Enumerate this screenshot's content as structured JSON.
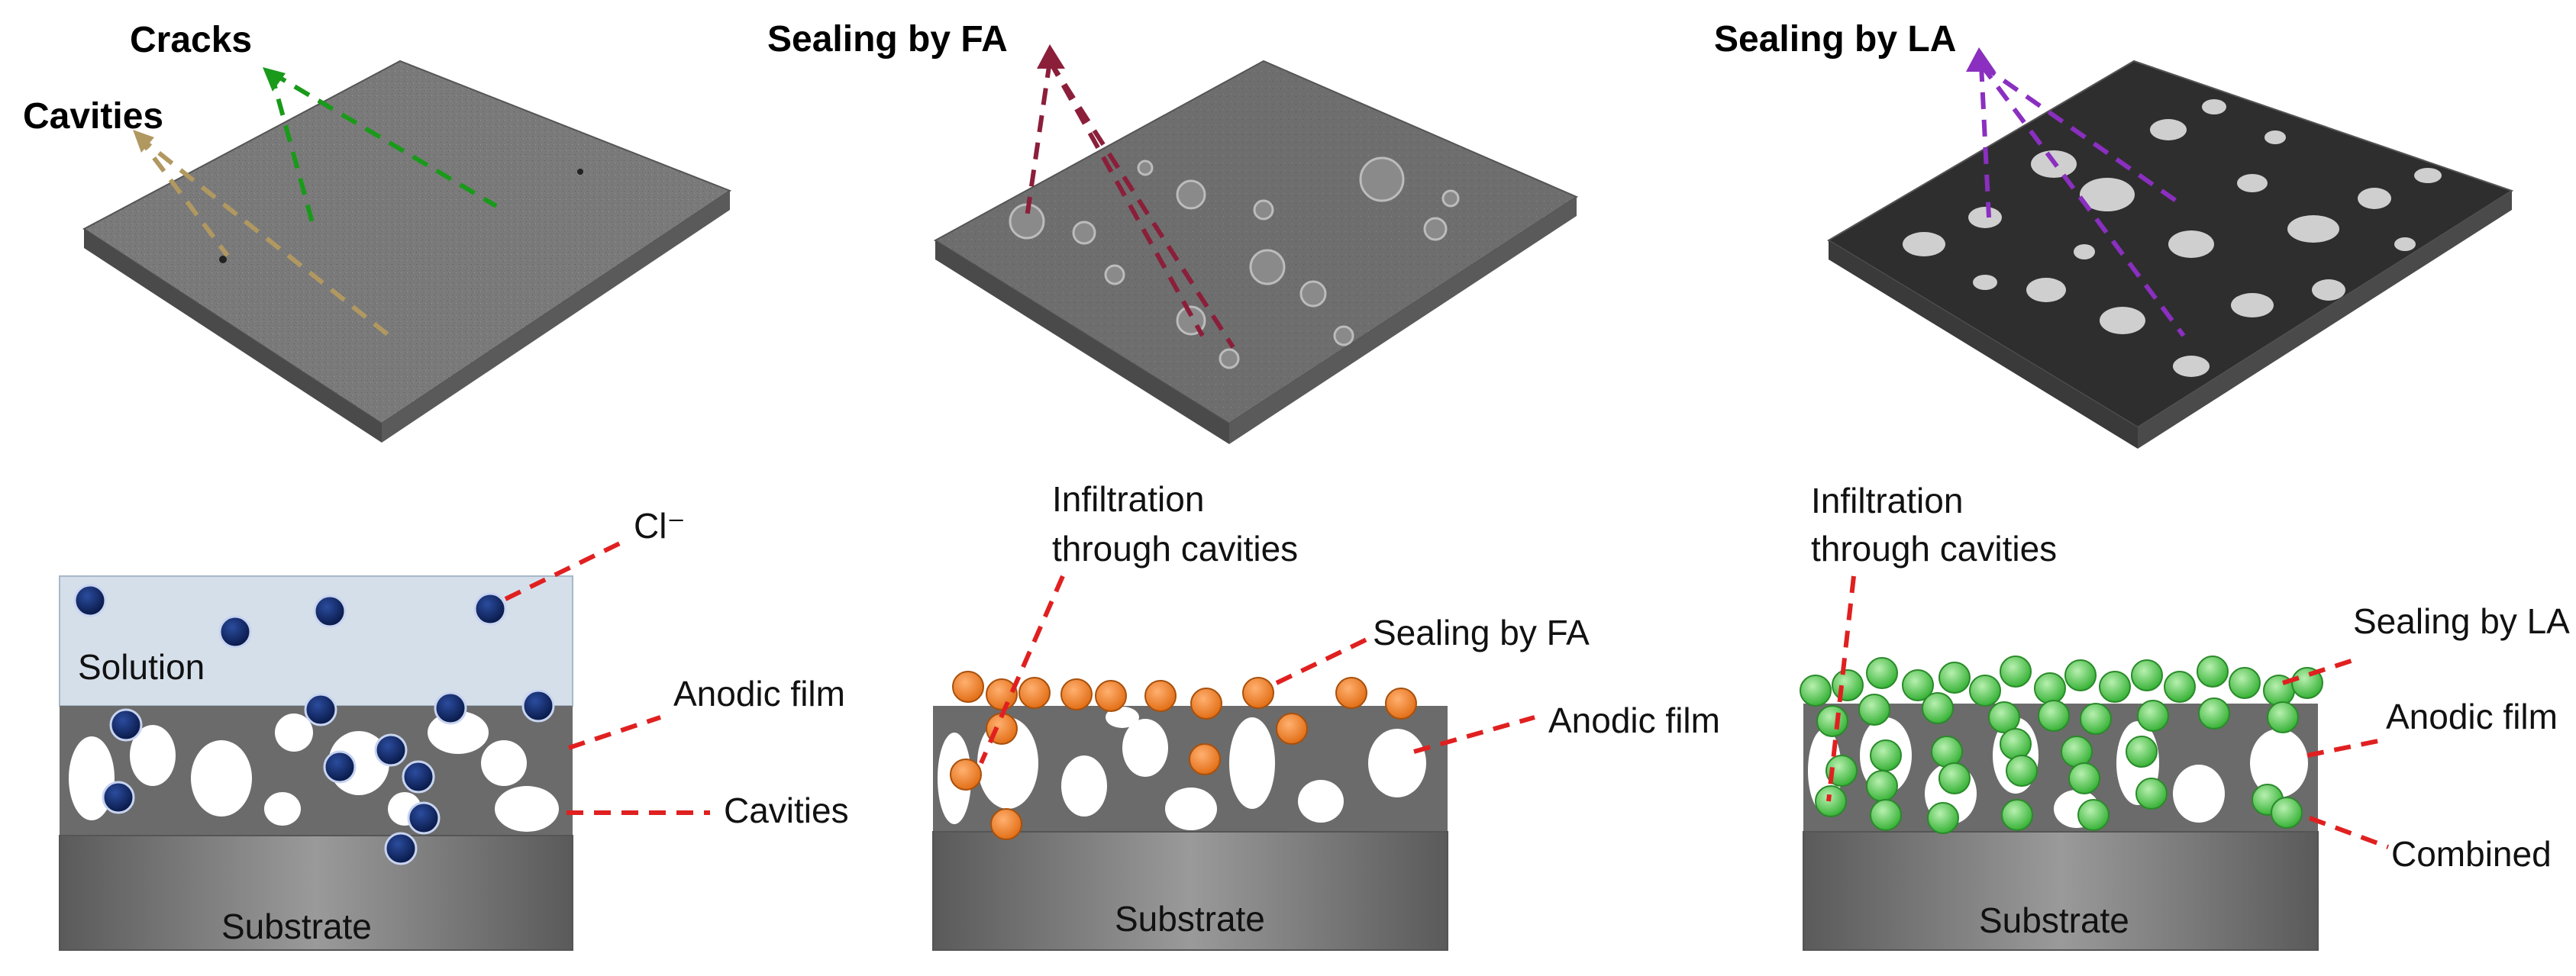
{
  "top_panels": {
    "untreated": {
      "cracks_label": "Cracks",
      "cavities_label": "Cavities"
    },
    "fa": {
      "title": "Sealing by FA"
    },
    "la": {
      "title": "Sealing by LA"
    }
  },
  "bottom_panels": {
    "untreated": {
      "ion_label": "Cl⁻",
      "solution_label": "Solution",
      "anodic_label": "Anodic film",
      "cavities_label": "Cavities",
      "substrate_label": "Substrate"
    },
    "fa": {
      "infiltration_line1": "Infiltration",
      "infiltration_line2": "through cavities",
      "sealing_label": "Sealing by FA",
      "anodic_label": "Anodic film",
      "substrate_label": "Substrate"
    },
    "la": {
      "infiltration_line1": "Infiltration",
      "infiltration_line2": "through cavities",
      "sealing_label": "Sealing by LA",
      "anodic_label": "Anodic film",
      "combined_label": "Combined",
      "substrate_label": "Substrate"
    }
  },
  "colors": {
    "cracks_arrow": "#1a9a1a",
    "cavities_arrow": "#b09860",
    "fa_arrow": "#8b1f3a",
    "la_arrow": "#8a2fc0",
    "leader_line": "#e02020",
    "chloride_ion": "#0d1f5c",
    "fa_particle": "#f08020",
    "la_particle": "#3cc43c",
    "solution": "#d5dfea",
    "anodic_film": "#6b6b6b",
    "substrate": "#707070"
  }
}
